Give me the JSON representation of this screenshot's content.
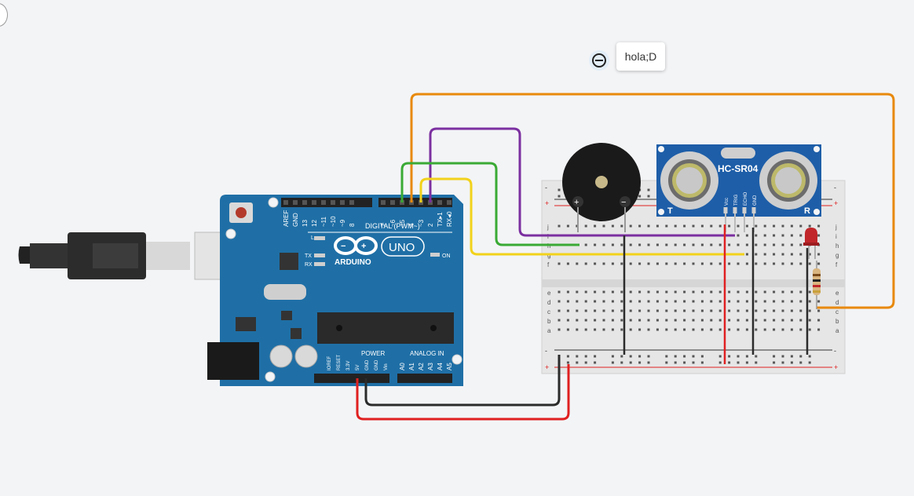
{
  "annotation": {
    "text": "hola;D"
  },
  "arduino": {
    "brand": "ARDUINO",
    "model": "UNO",
    "digital_header": "DIGITAL (PWM~)",
    "power_header": "POWER",
    "analog_header": "ANALOG IN",
    "on_label": "ON",
    "led_l": "L",
    "led_tx": "TX",
    "led_rx": "RX",
    "digital_pins": [
      "AREF",
      "GND",
      "13",
      "12",
      "~11",
      "~10",
      "~9",
      "8",
      "7",
      "~6",
      "~5",
      "4",
      "~3",
      "2",
      "TX▸1",
      "RX◂0"
    ],
    "power_pins": [
      "IOREF",
      "RESET",
      "3.3V",
      "5V",
      "GND",
      "GND",
      "Vin"
    ],
    "analog_pins": [
      "A0",
      "A1",
      "A2",
      "A3",
      "A4",
      "A5"
    ]
  },
  "sensor": {
    "name": "HC-SR04",
    "pins": [
      "Vcc",
      "TRIG",
      "ECHO",
      "GND"
    ],
    "side_left": "T",
    "side_right": "R"
  },
  "breadboard": {
    "row_letters_top": [
      "j",
      "i",
      "h",
      "g",
      "f"
    ],
    "row_letters_bottom": [
      "e",
      "d",
      "c",
      "b",
      "a"
    ],
    "plus": "+",
    "minus": "-"
  },
  "buzzer": {
    "plus": "+",
    "minus": "−"
  },
  "colors": {
    "board_blue": "#1f6fa6",
    "wire_orange": "#e8890c",
    "wire_purple": "#7b2fa0",
    "wire_green": "#3aaa35",
    "wire_yellow": "#f2d21b",
    "wire_red": "#e02020",
    "wire_black": "#2b2b2b",
    "sensor_blue": "#1e5ea8"
  }
}
